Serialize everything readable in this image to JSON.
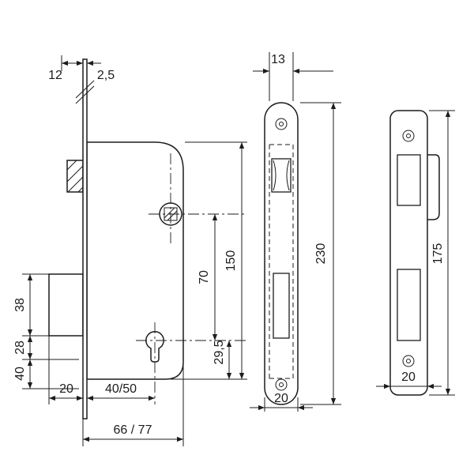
{
  "drawing": {
    "background": "#ffffff",
    "line_color": "#1c1c1c",
    "side_view": {
      "latch_projection": "12",
      "faceplate_thickness": "2,5",
      "case_height": "150",
      "spindle_to_cylinder": "70",
      "cylinder_to_edge": "29,5",
      "deadbolt_height": "38",
      "dim_28": "28",
      "dim_40": "40",
      "bolt_throw": "20",
      "backset": "40/50",
      "case_depth": "66 / 77"
    },
    "faceplate_view": {
      "case_width": "13",
      "plate_height": "230",
      "plate_width": "20"
    },
    "strike_view": {
      "plate_height": "175",
      "plate_width": "20"
    }
  }
}
